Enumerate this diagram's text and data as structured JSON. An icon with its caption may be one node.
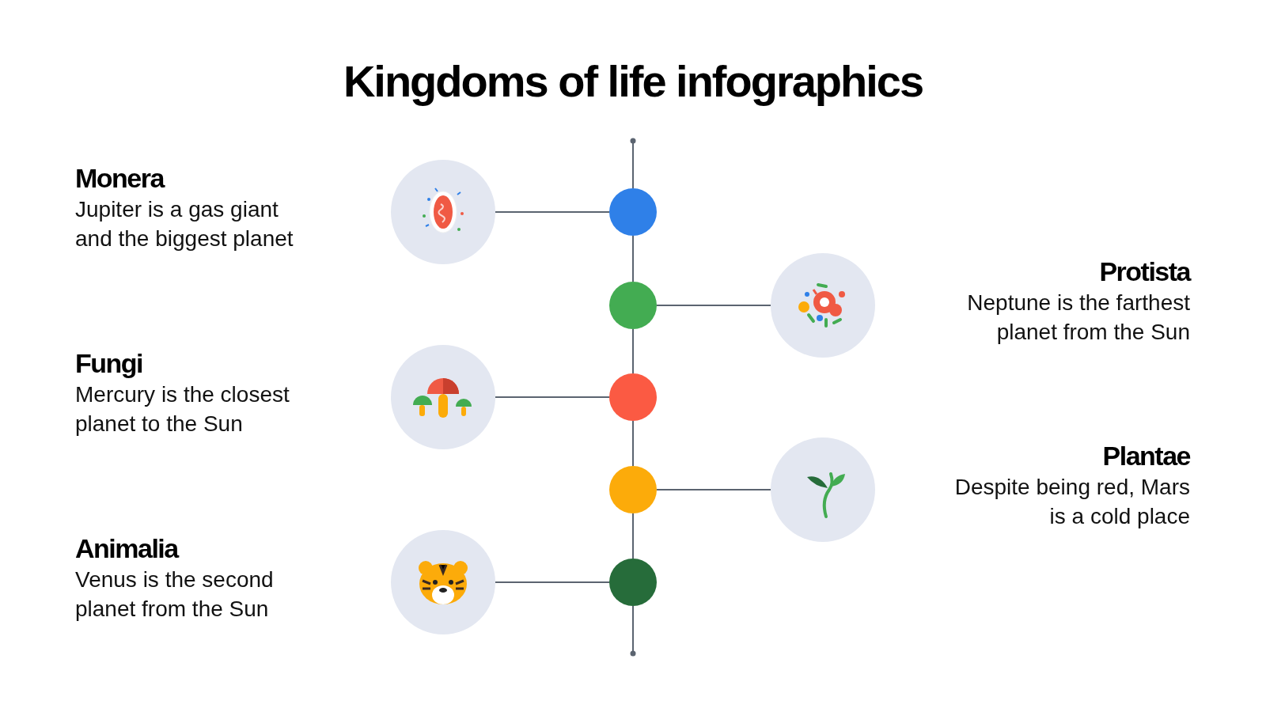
{
  "diagram": {
    "title": "Kingdoms of life infographics",
    "nodes": [
      {
        "text": [],
        "shape": "picture",
        "beside": [
          "Monera",
          "Jupiter is a gas giant and the biggest planet"
        ]
      },
      {
        "text": [],
        "shape": "circle"
      },
      {
        "text": [],
        "shape": "circle"
      },
      {
        "text": [],
        "shape": "picture",
        "beside": [
          "Protista",
          "Neptune is the farthest planet from the Sun"
        ]
      },
      {
        "text": [],
        "shape": "picture",
        "beside": [
          "Fungi",
          "Mercury is the closest planet to the Sun"
        ]
      },
      {
        "text": [],
        "shape": "circle"
      },
      {
        "text": [],
        "shape": "circle"
      },
      {
        "text": [],
        "shape": "picture",
        "beside": [
          "Plantae",
          "Despite being red, Mars is a cold place"
        ]
      },
      {
        "text": [],
        "shape": "picture",
        "beside": [
          "Animalia",
          "Venus is the second planet from the Sun"
        ]
      },
      {
        "text": [],
        "shape": "circle"
      }
    ],
    "edges": [
      {
        "from": 0,
        "to": 1,
        "arrow": "none"
      },
      {
        "from": 2,
        "to": 3,
        "arrow": "none"
      },
      {
        "from": 4,
        "to": 5,
        "arrow": "none"
      },
      {
        "from": 6,
        "to": 7,
        "arrow": "none"
      },
      {
        "from": 8,
        "to": 9,
        "arrow": "none"
      },
      {
        "from": null,
        "to": 1,
        "arrow": "other"
      },
      {
        "from": 1,
        "to": 2,
        "arrow": "none"
      },
      {
        "from": 2,
        "to": 5,
        "arrow": "none"
      },
      {
        "from": 5,
        "to": 6,
        "arrow": "none"
      },
      {
        "from": 6,
        "to": 9,
        "arrow": "none"
      },
      {
        "from": 9,
        "to": null,
        "arrow": "other"
      }
    ]
  }
}
